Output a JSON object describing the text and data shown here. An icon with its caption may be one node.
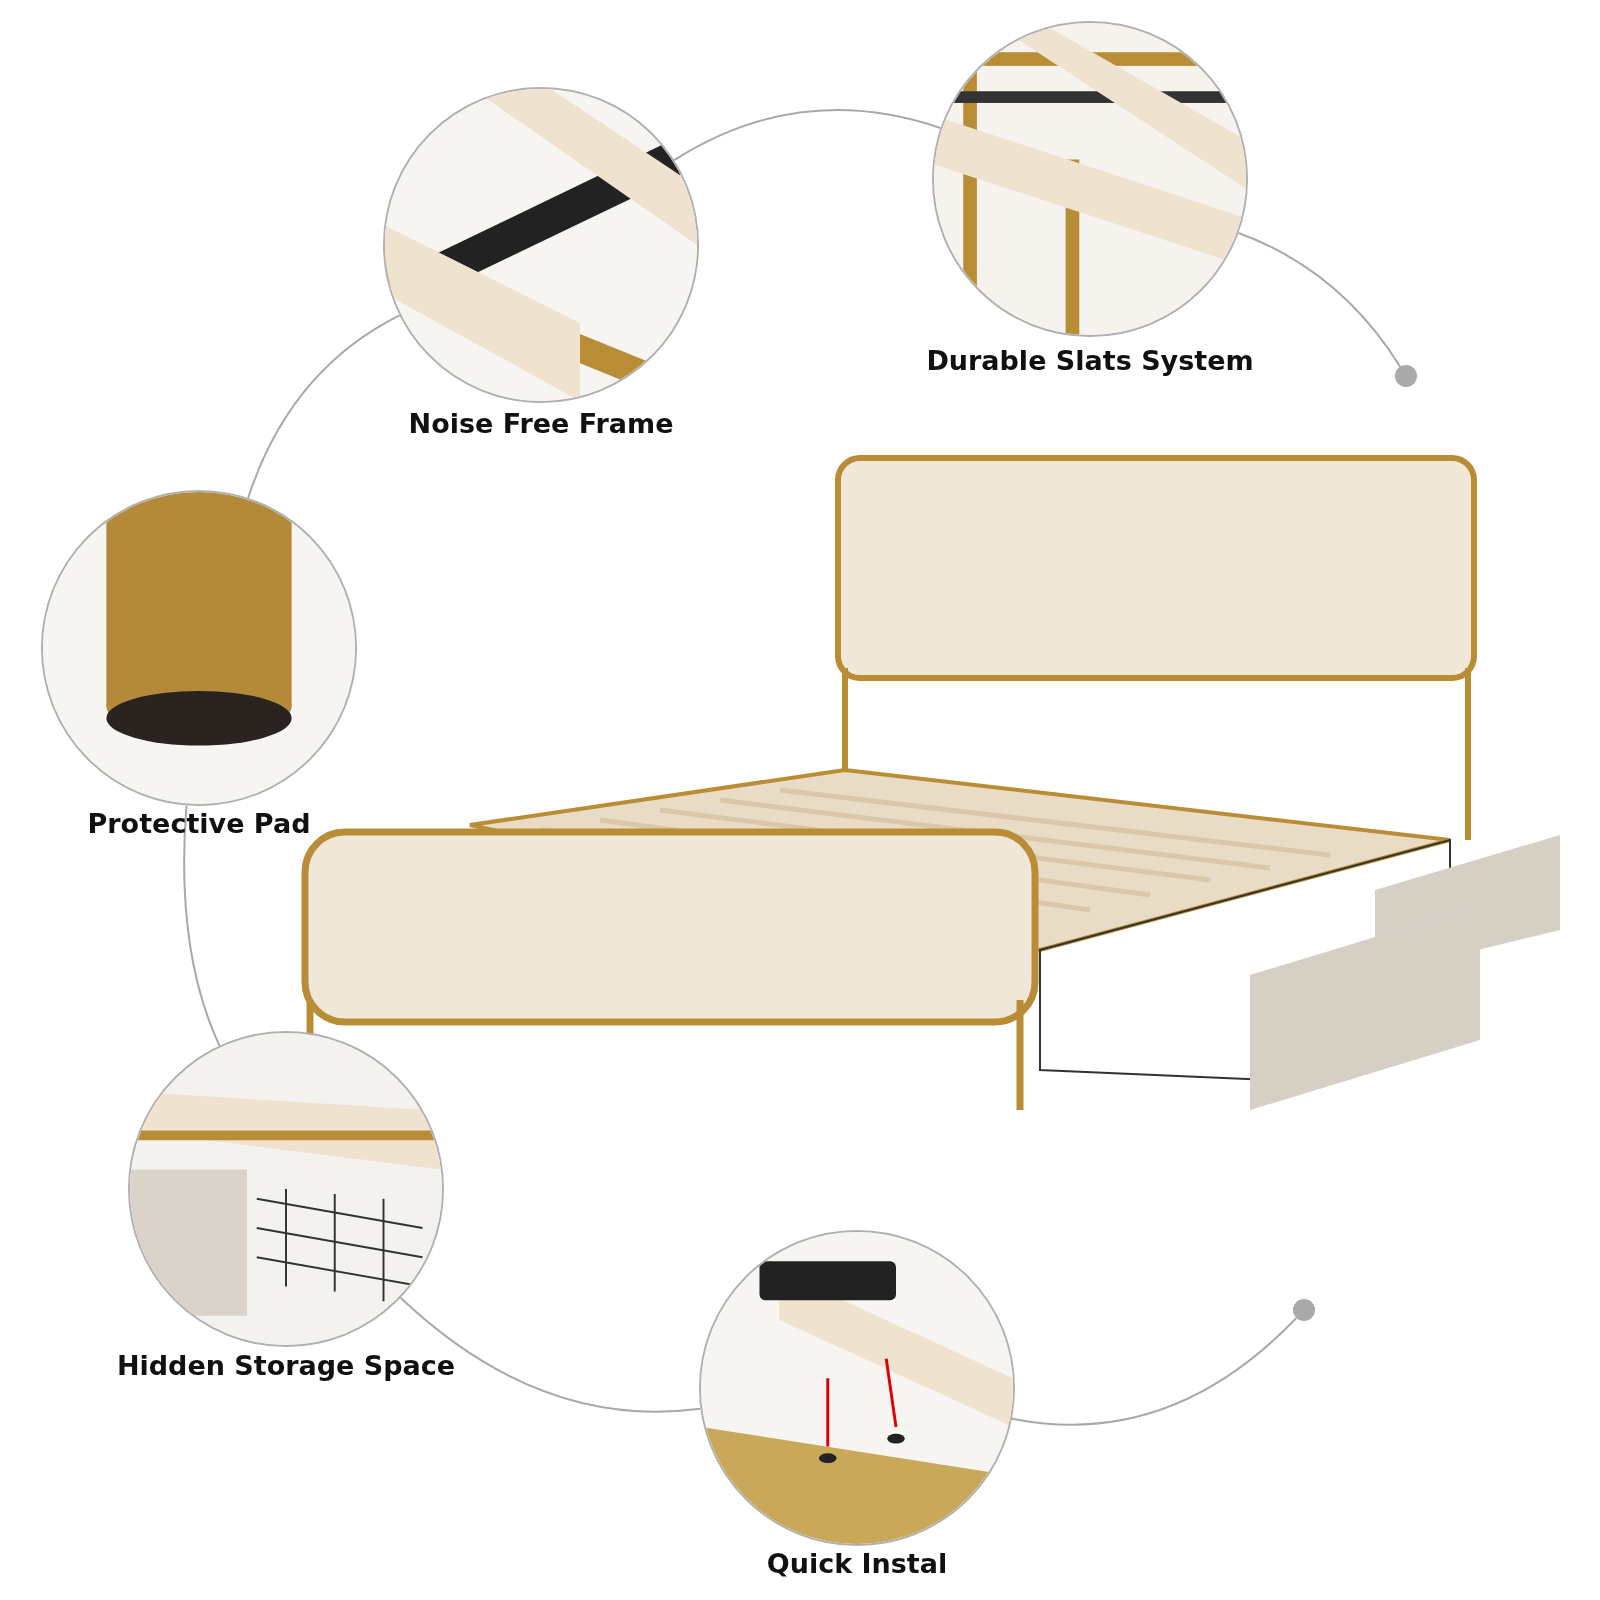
{
  "diagram": {
    "nodes": [
      {
        "text": [
          "Durable Slats System"
        ]
      },
      {
        "text": [
          "Noise Free Frame"
        ]
      },
      {
        "text": [],
        "shape": "circle"
      },
      {
        "text": [
          "Protective Pad"
        ]
      },
      {
        "text": [
          "Hidden Storage Space"
        ]
      },
      {
        "text": [],
        "shape": "circle"
      },
      {
        "text": [
          "Quick Instal"
        ]
      }
    ],
    "edges": [
      {
        "from": 2,
        "to": 0,
        "arrow": "none"
      },
      {
        "from": 0,
        "to": 1,
        "arrow": "none"
      },
      {
        "from": 1,
        "to": 3,
        "arrow": "none"
      },
      {
        "from": 3,
        "to": 4,
        "arrow": "none"
      },
      {
        "from": 4,
        "to": 6,
        "arrow": "none"
      },
      {
        "from": 6,
        "to": 5,
        "arrow": "none"
      }
    ]
  }
}
